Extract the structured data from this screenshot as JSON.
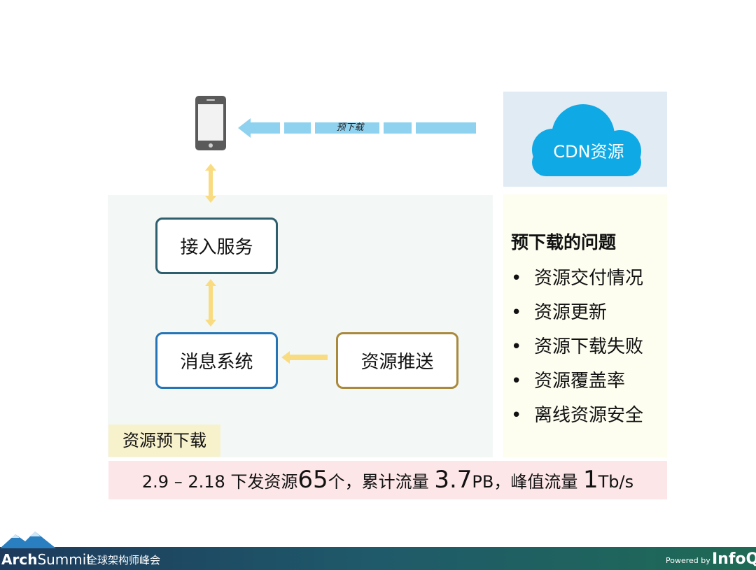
{
  "diagram": {
    "download_label": "预下载",
    "cdn_label": "CDN资源",
    "boxes": {
      "access": "接入服务",
      "message": "消息系统",
      "push": "资源推送"
    },
    "section_tag": "资源预下载"
  },
  "problems": {
    "title": "预下载的问题",
    "bullet": "•",
    "items": [
      "资源交付情况",
      "资源更新",
      "资源下载失败",
      "资源覆盖率",
      "离线资源安全"
    ]
  },
  "stats": {
    "date_range": "2.9 – 2.18 下发资源",
    "resource_count": "65",
    "count_unit": "个，累计流量 ",
    "total_traffic": "3.7",
    "total_unit": "PB，峰值流量 ",
    "peak_traffic": "1",
    "peak_unit": "Tb/s"
  },
  "footer": {
    "brand_bold": "Arch",
    "brand_light": "Summit",
    "subtitle": "全球架构师峰会",
    "powered_by": "Powered by",
    "sponsor": "InfoQ"
  },
  "colors": {
    "cloud": "#0fa9e6",
    "download_arrow": "#8fd2f0",
    "flow_arrow": "#f9dc82"
  }
}
